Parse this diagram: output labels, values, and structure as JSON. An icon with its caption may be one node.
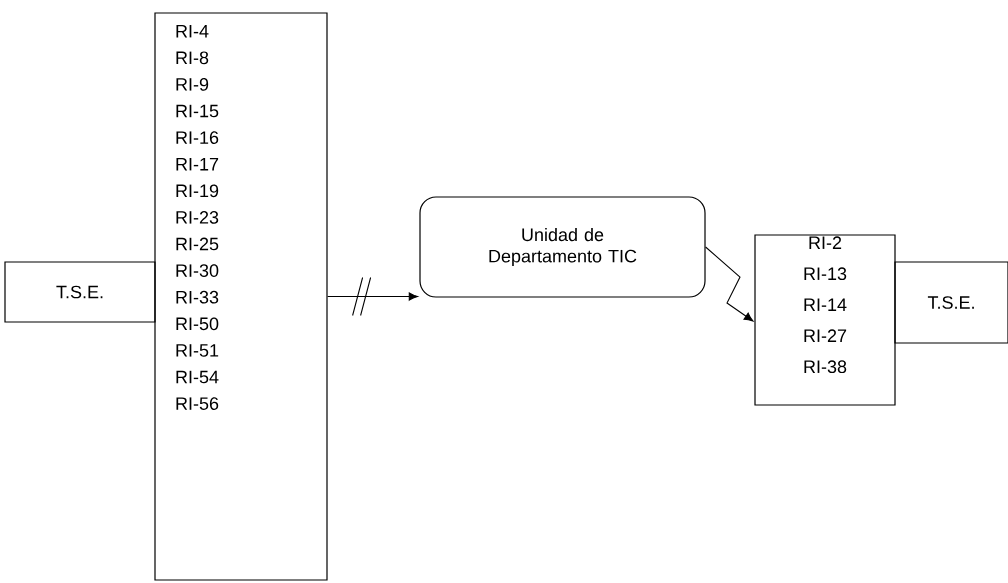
{
  "diagram": {
    "nodes": [
      {
        "text": [
          "T.S.E."
        ]
      },
      {
        "text": [
          "RI-4",
          "RI-8",
          "RI-9",
          "RI-15",
          "RI-16",
          "RI-17",
          "RI-19",
          "RI-23",
          "RI-25",
          "RI-30",
          "RI-33",
          "RI-50",
          "RI-51",
          "RI-54",
          "RI-56"
        ]
      },
      {
        "text": [
          "Unidad de Departamento TIC"
        ]
      },
      {
        "text": [
          "RI-2",
          "RI-13",
          "RI-14",
          "RI-27",
          "RI-38"
        ]
      },
      {
        "text": [
          "T.S.E."
        ]
      }
    ],
    "edges": [
      {
        "from": 1,
        "to": 2,
        "arrow": "to"
      },
      {
        "from": 2,
        "to": 3,
        "arrow": "to"
      }
    ]
  }
}
